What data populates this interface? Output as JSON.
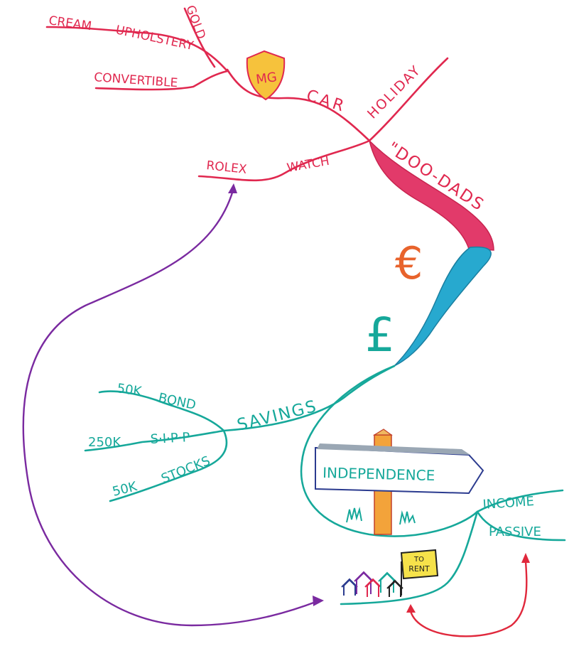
{
  "colors": {
    "red": "#e0284f",
    "teal": "#16a89a",
    "purple": "#7a2aa0",
    "arrow_red": "#e0283c",
    "euro_orange": "#e8632c",
    "pink_fill": "#e23a6a",
    "blue_fill": "#27a9cf",
    "gold": "#f6c23c",
    "sign_blue": "#2b3b8f"
  },
  "red_branch": {
    "words": [
      "CREAM",
      "UPHOLSTERY",
      "GOLD",
      "CONVERTIBLE",
      "CAR",
      "HOLIDAY",
      "\"DOO-DADS",
      "ROLEX",
      "WATCH"
    ],
    "badge": "MG"
  },
  "currency": {
    "euro": "€",
    "pound": "£"
  },
  "teal_branch": {
    "words": [
      "SAVINGS",
      "50K",
      "BOND",
      "250K",
      "S·I·P·P",
      "50K",
      "STOCKS",
      "INCOME",
      "PASSIVE"
    ]
  },
  "signpost": {
    "label": "INDEPENDENCE"
  },
  "rent_sign": {
    "line1": "TO",
    "line2": "RENT"
  },
  "house_colors": [
    "#2b3b8f",
    "#7a2aa0",
    "#e0284f",
    "#16a89a",
    "#222222"
  ],
  "icons": [
    "shield-icon",
    "euro-icon",
    "pound-icon",
    "signpost-icon",
    "house-icon",
    "arrow-icon"
  ]
}
